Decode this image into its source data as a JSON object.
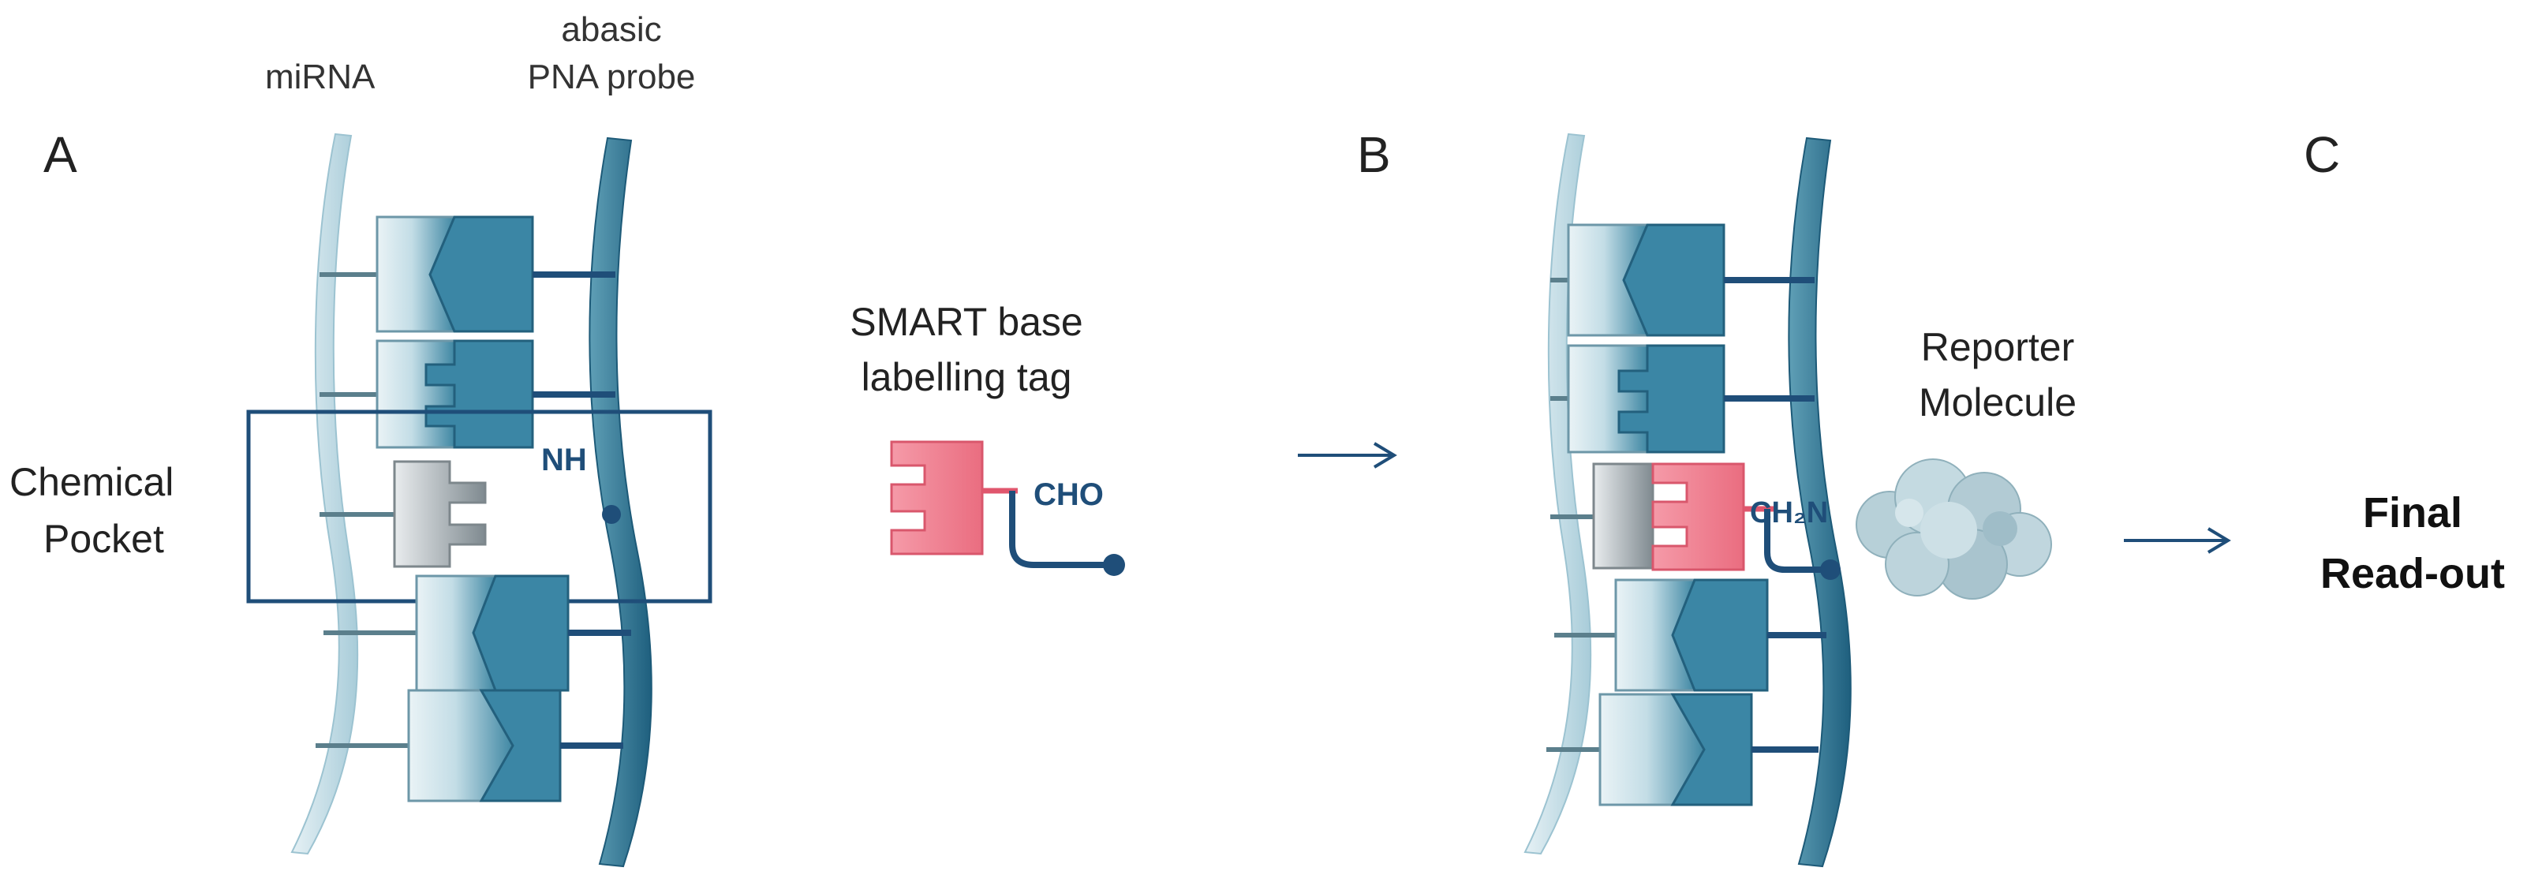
{
  "labels": {
    "panel_a": "A",
    "panel_b": "B",
    "panel_c": "C",
    "mirna": "miRNA",
    "probe_line1": "abasic",
    "probe_line2": "PNA probe",
    "pocket_line1": "Chemical",
    "pocket_line2": "Pocket",
    "nh": "NH",
    "smart_line1": "SMART base",
    "smart_line2": "labelling tag",
    "cho": "CHO",
    "reporter_line1": "Reporter",
    "reporter_line2": "Molecule",
    "ch2n": "CH₂N",
    "final_line1": "Final",
    "final_line2": "Read-out"
  },
  "colors": {
    "navy": "#1f4e79",
    "teal_dark": "#2a7090",
    "teal_mid": "#5f9fb6",
    "teal_light": "#cfe4ec",
    "strand_light": "#bcd9e3",
    "grey": "#9aa3a8",
    "pink": "#f0788a",
    "pink_light": "#f6a6b2",
    "cloud": "#b8d0d8",
    "text": "#222222"
  }
}
